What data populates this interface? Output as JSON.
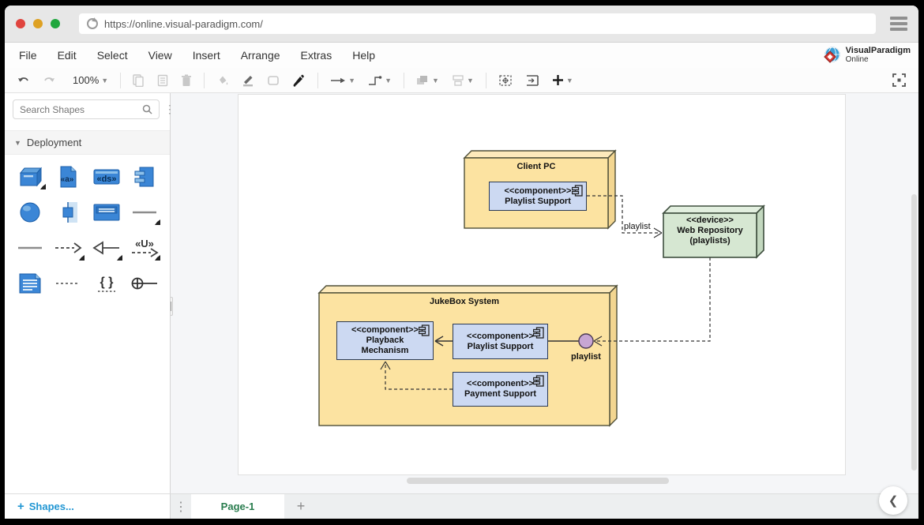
{
  "browser": {
    "url": "https://online.visual-paradigm.com/"
  },
  "menu": {
    "items": [
      "File",
      "Edit",
      "Select",
      "View",
      "Insert",
      "Arrange",
      "Extras",
      "Help"
    ]
  },
  "logo": {
    "line1": "VisualParadigm",
    "line2": "Online"
  },
  "toolbar": {
    "zoom_value": "100%"
  },
  "sidebar": {
    "search_placeholder": "Search Shapes",
    "section_label": "Deployment",
    "glyphs": {
      "artifact": "«a»",
      "spec": "«ds»",
      "usage": "«U»",
      "constraint": "{ }"
    },
    "shapes_button": "Shapes...",
    "shapes_plus": "+"
  },
  "diagram": {
    "client_pc": {
      "title": "Client PC",
      "component": {
        "stereotype": "<<component>>",
        "name": "Playlist Support"
      }
    },
    "web_repository": {
      "stereotype": "<<device>>",
      "name": "Web Repository",
      "sub": "(playlists)"
    },
    "jukebox": {
      "title": "JukeBox System",
      "playback": {
        "stereotype": "<<component>>",
        "name_line1": "Playback",
        "name_line2": "Mechanism"
      },
      "playlist": {
        "stereotype": "<<component>>",
        "name": "Playlist Support"
      },
      "payment": {
        "stereotype": "<<component>>",
        "name": "Payment Support"
      }
    },
    "labels": {
      "link_playlist": "playlist",
      "interface_playlist": "playlist"
    },
    "colors": {
      "node_fill": "#fce3a1",
      "device_fill": "#d6e7d2",
      "component_fill": "#ccd9f2",
      "interface_fill": "#c7a6d3"
    }
  },
  "pages": {
    "active_tab": "Page-1",
    "add_label": "+"
  }
}
